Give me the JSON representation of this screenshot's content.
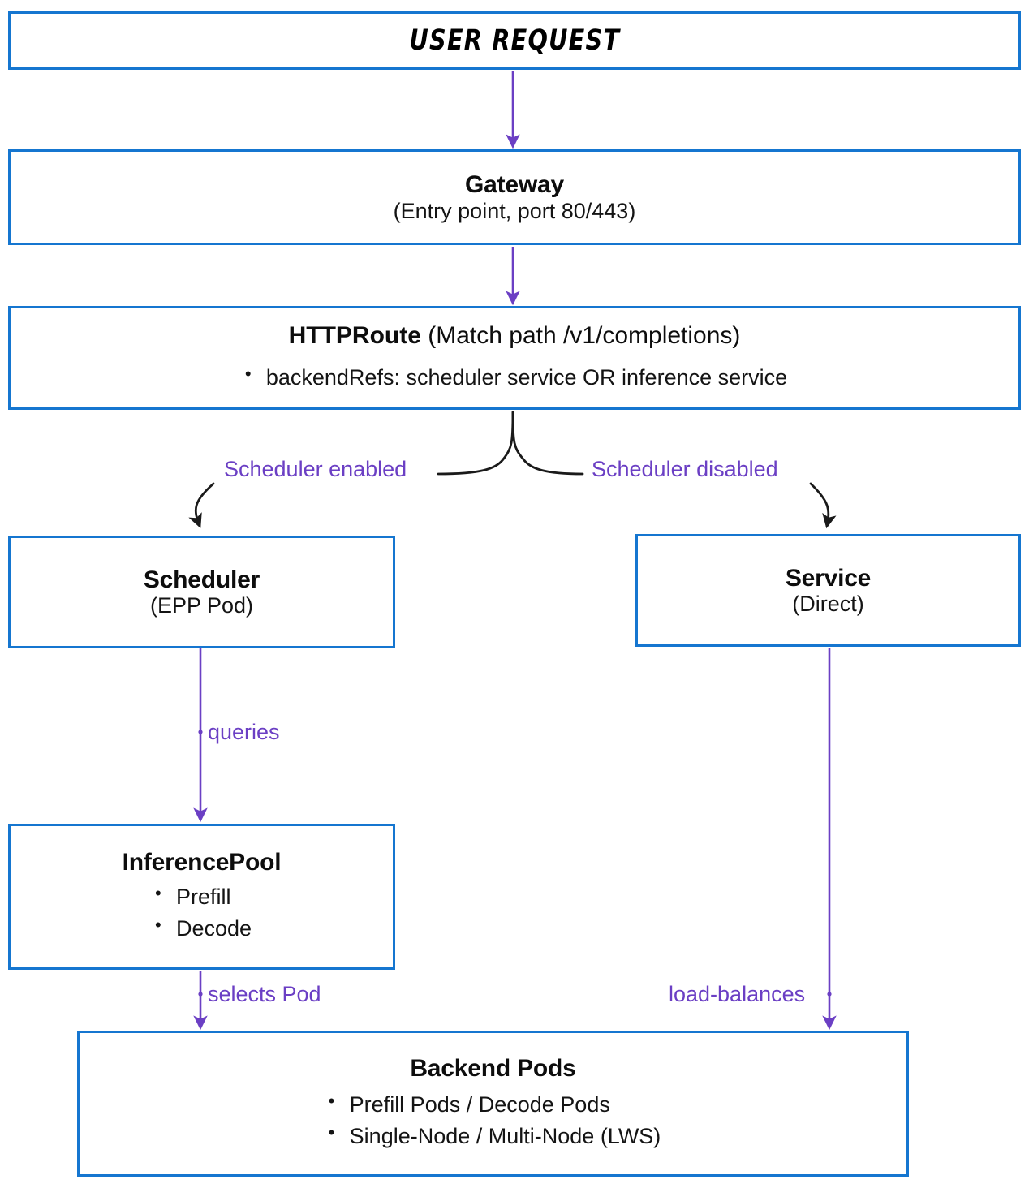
{
  "diagram": {
    "title": "Gateway inference request routing flow",
    "colors": {
      "box_border": "#1576D0",
      "arrow_purple": "#6B3FC4",
      "arrow_black": "#1A1A1A",
      "text": "#101010",
      "background": "#FFFFFF"
    }
  },
  "nodes": {
    "user_request": {
      "label": "USER REQUEST"
    },
    "gateway": {
      "title": "Gateway",
      "subtitle": "(Entry point, port 80/443)"
    },
    "httproute": {
      "title": "HTTPRoute",
      "title_suffix": "(Match path /v1/completions)",
      "bullets": [
        "backendRefs: scheduler service OR inference service"
      ]
    },
    "scheduler": {
      "title": "Scheduler",
      "subtitle": "(EPP Pod)"
    },
    "service": {
      "title": "Service",
      "subtitle": "(Direct)"
    },
    "inferencepool": {
      "title": "InferencePool",
      "bullets": [
        "Prefill",
        "Decode"
      ]
    },
    "backend_pods": {
      "title": "Backend Pods",
      "bullets": [
        "Prefill Pods / Decode Pods",
        "Single-Node / Multi-Node (LWS)"
      ]
    }
  },
  "edges": {
    "user_to_gateway": {
      "label": ""
    },
    "gateway_to_httproute": {
      "label": ""
    },
    "httproute_to_scheduler": {
      "label": "Scheduler enabled"
    },
    "httproute_to_service": {
      "label": "Scheduler disabled"
    },
    "scheduler_to_pool": {
      "label": "queries"
    },
    "pool_to_pods": {
      "label": "selects Pod"
    },
    "service_to_pods": {
      "label": "load-balances"
    }
  }
}
